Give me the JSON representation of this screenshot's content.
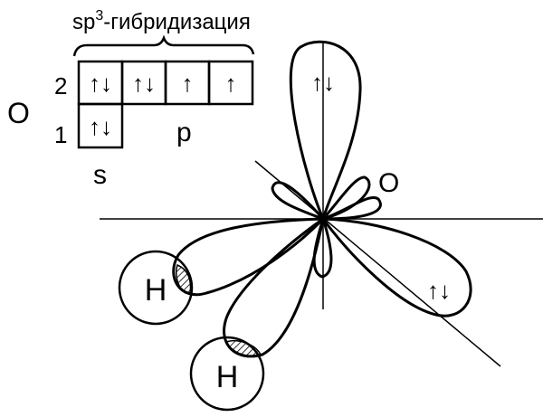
{
  "title": {
    "prefix": "sp",
    "superscript": "3",
    "suffix": "-гибридизация"
  },
  "atom_label": "O",
  "levels": [
    "2",
    "1"
  ],
  "sublevels": {
    "s": "s",
    "p": "p"
  },
  "cells_level2": [
    "↑↓",
    "↑↓",
    "↑",
    "↑"
  ],
  "cells_level1": [
    "↑↓"
  ],
  "diagram": {
    "center_atom": "O",
    "hydrogen_1": "H",
    "hydrogen_2": "H",
    "lone_pair_top": "↑↓",
    "lone_pair_right": "↑↓"
  }
}
